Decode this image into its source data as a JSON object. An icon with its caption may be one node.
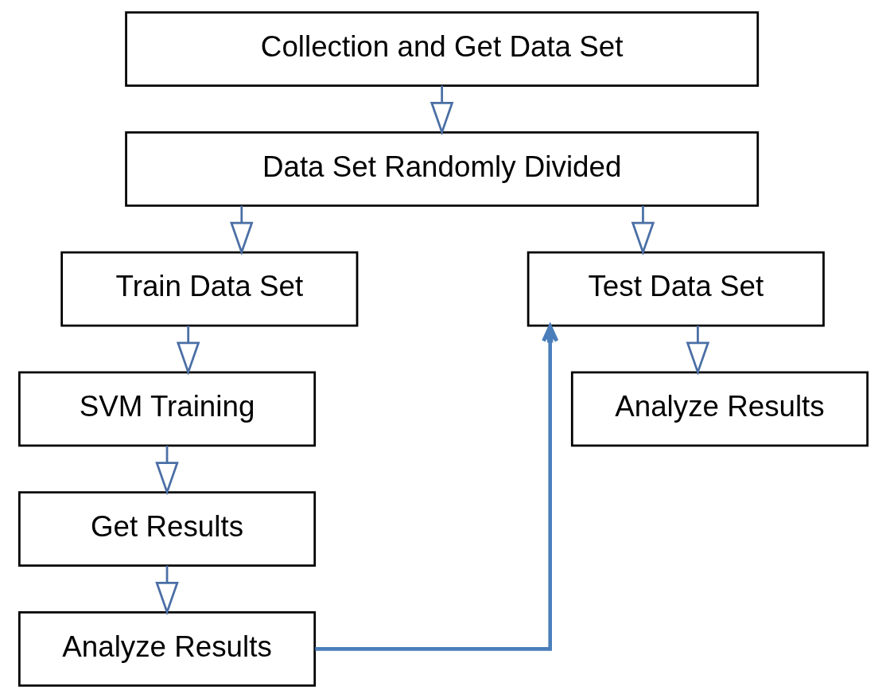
{
  "diagram": {
    "nodes": [
      {
        "text": [
          "Collection and Get Data Set"
        ]
      },
      {
        "text": [
          "Data Set Randomly Divided"
        ]
      },
      {
        "text": [
          "Train Data Set"
        ]
      },
      {
        "text": [
          "SVM Training"
        ]
      },
      {
        "text": [
          "Get Results"
        ]
      },
      {
        "text": [
          "Analyze Results"
        ]
      },
      {
        "text": [
          "Test Data Set"
        ]
      },
      {
        "text": [
          "Analyze Results"
        ]
      }
    ],
    "edges": [
      {
        "from": 0,
        "to": 1,
        "arrow": "to"
      },
      {
        "from": 1,
        "to": 2,
        "arrow": "to"
      },
      {
        "from": 1,
        "to": 6,
        "arrow": "to"
      },
      {
        "from": 2,
        "to": 3,
        "arrow": "to"
      },
      {
        "from": 3,
        "to": 4,
        "arrow": "to"
      },
      {
        "from": 4,
        "to": 5,
        "arrow": "to"
      },
      {
        "from": 5,
        "to": 6,
        "arrow": "to",
        "color": "#4a7ebb"
      },
      {
        "from": 6,
        "to": 7,
        "arrow": "to"
      }
    ]
  }
}
